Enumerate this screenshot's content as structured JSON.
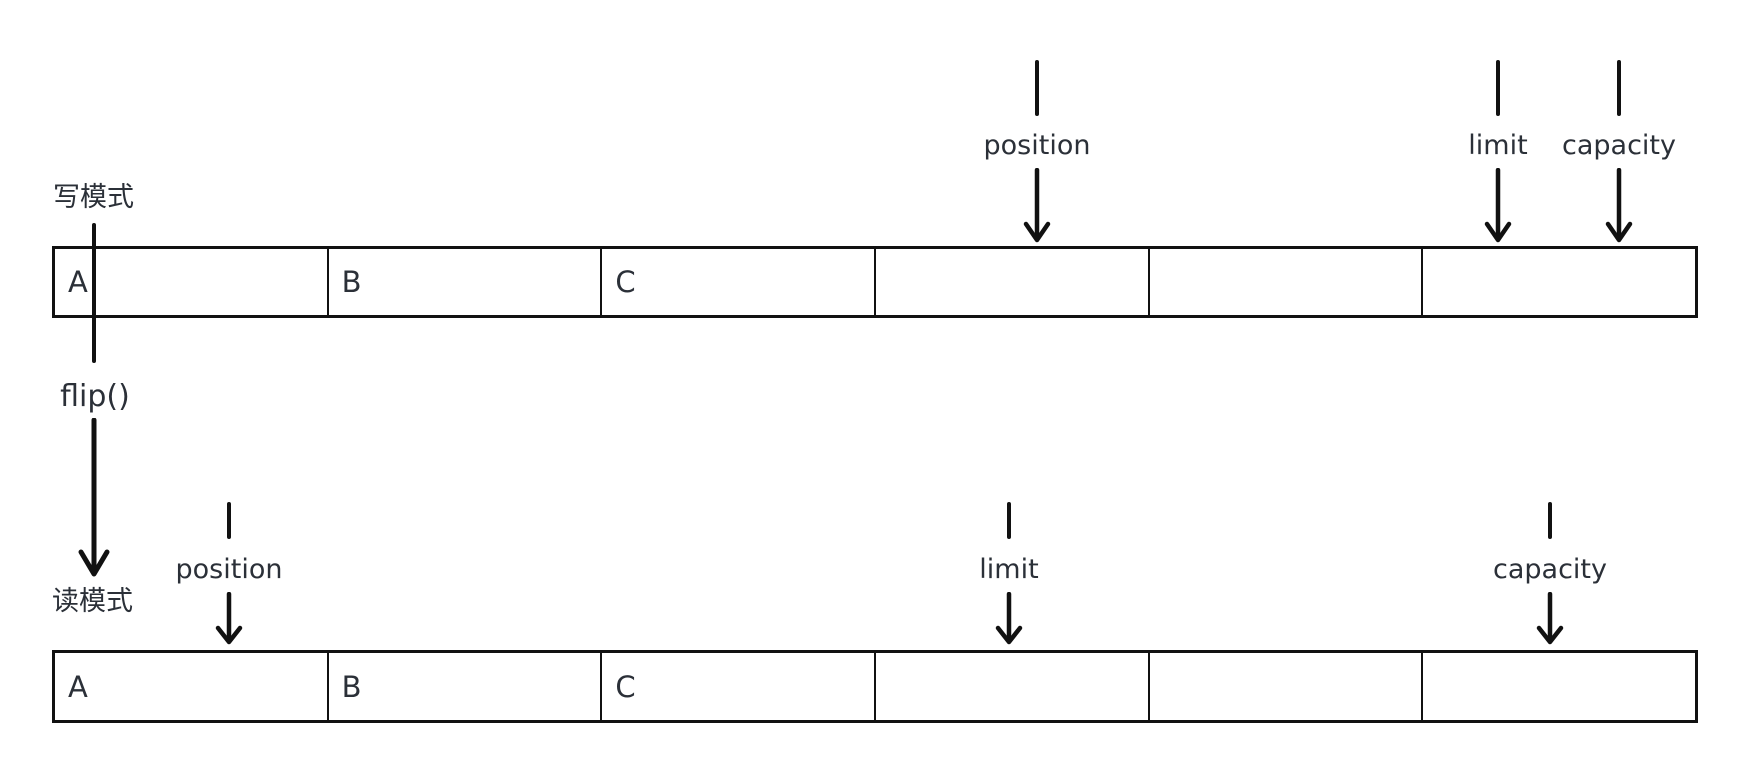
{
  "colors": {
    "background": "#ffffff",
    "line": "#111111",
    "text": "#2b3038"
  },
  "write_mode": {
    "mode_label": "写模式",
    "cells": [
      "A",
      "B",
      "C",
      "",
      "",
      ""
    ],
    "markers": [
      {
        "label": "position"
      },
      {
        "label": "limit"
      },
      {
        "label": "capacity"
      }
    ]
  },
  "flip": {
    "label": "flip()"
  },
  "read_mode": {
    "mode_label": "读模式",
    "cells": [
      "A",
      "B",
      "C",
      "",
      "",
      ""
    ],
    "markers": [
      {
        "label": "position"
      },
      {
        "label": "limit"
      },
      {
        "label": "capacity"
      }
    ]
  }
}
